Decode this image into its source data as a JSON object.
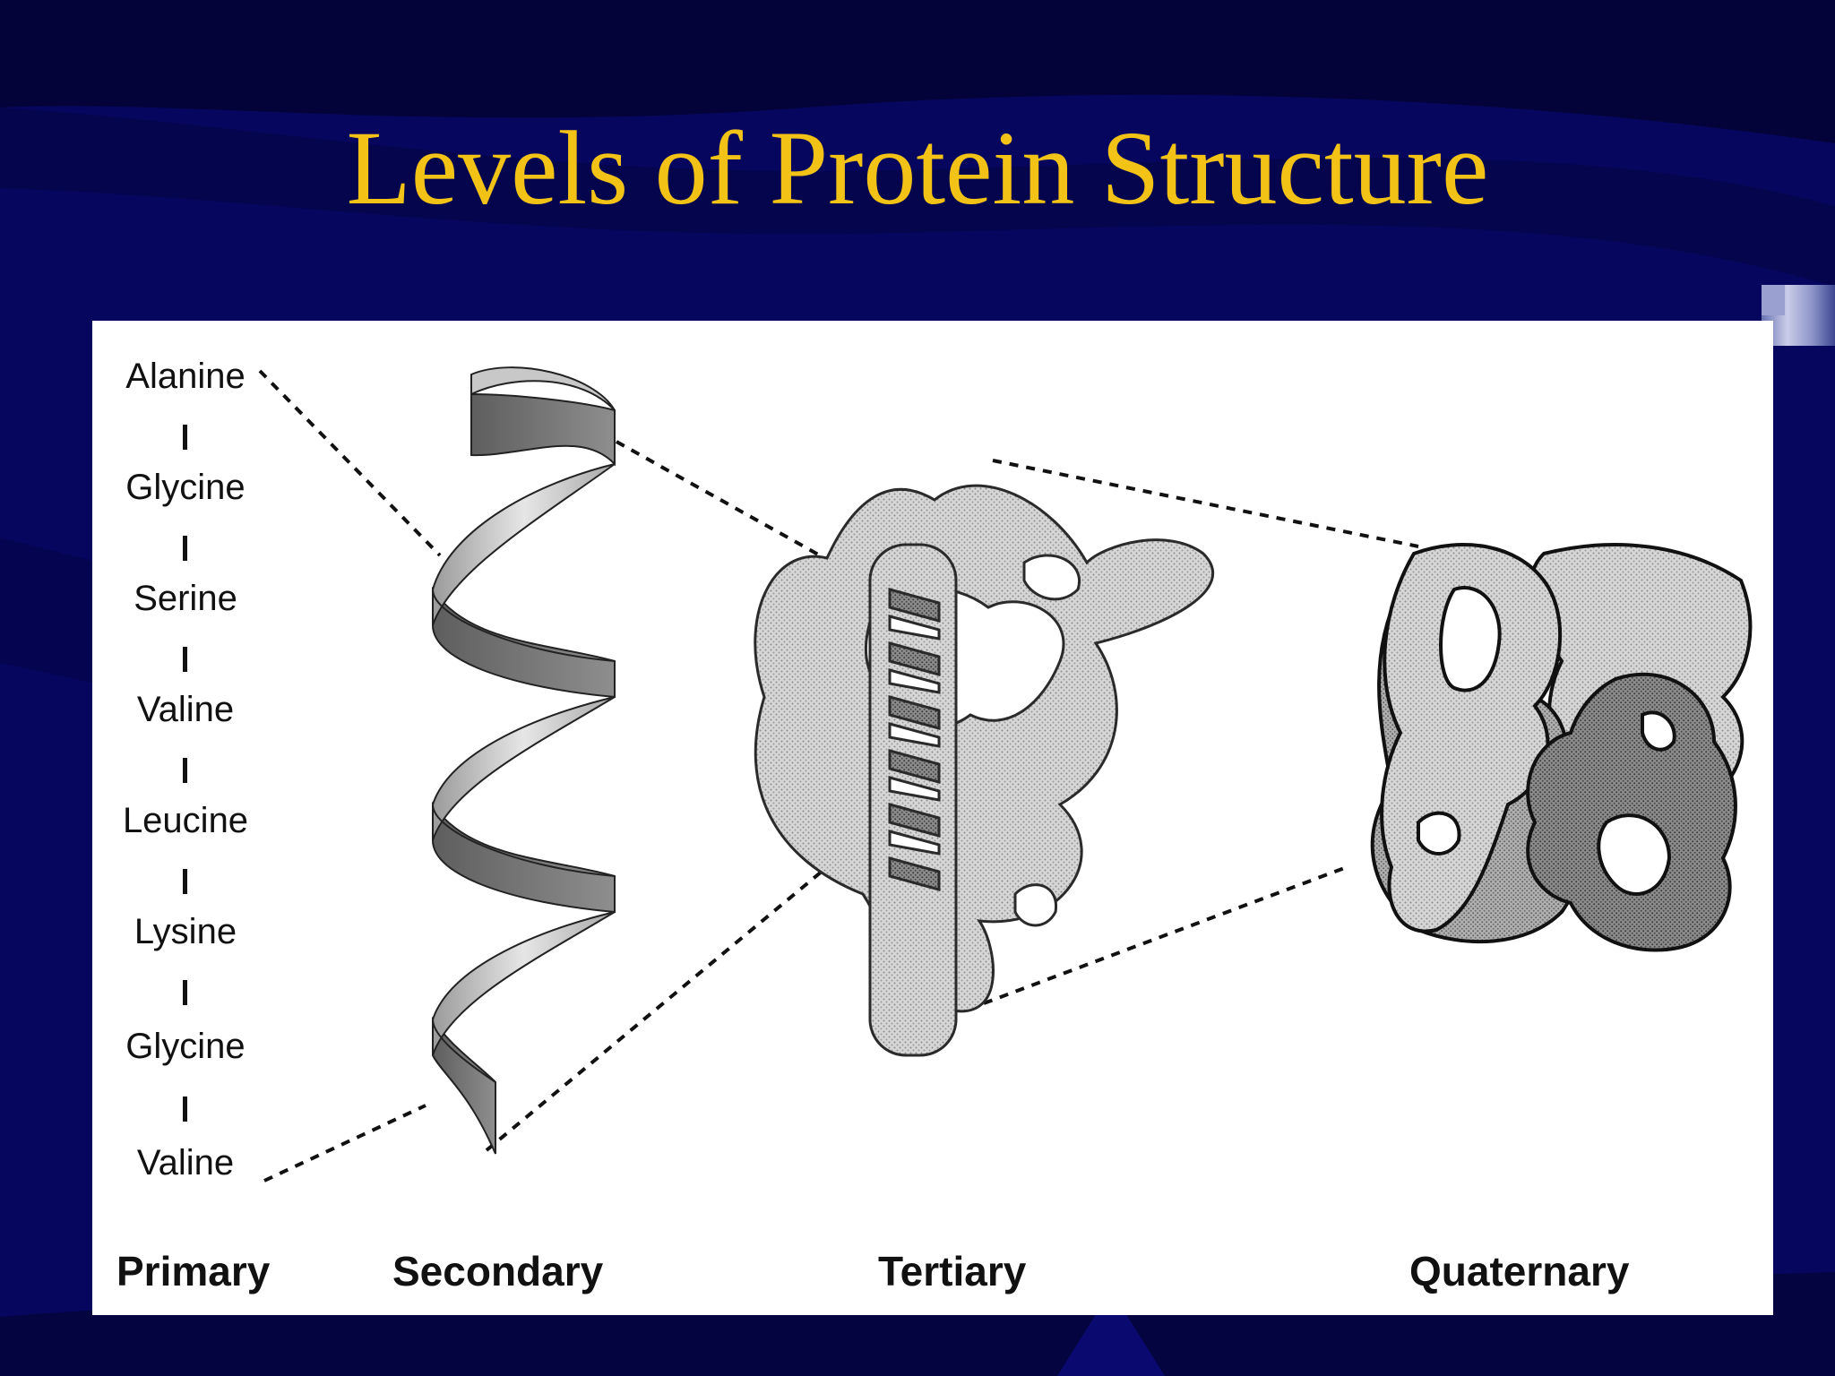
{
  "slide": {
    "title": "Levels of Protein Structure"
  },
  "colors": {
    "background": "#06065e",
    "title": "#f2c316",
    "figure_background": "#ffffff"
  },
  "figure": {
    "amino_acids": [
      "Alanine",
      "Glycine",
      "Serine",
      "Valine",
      "Leucine",
      "Lysine",
      "Glycine",
      "Valine"
    ],
    "levels": {
      "primary": "Primary",
      "secondary": "Secondary",
      "tertiary": "Tertiary",
      "quaternary": "Quaternary"
    }
  }
}
